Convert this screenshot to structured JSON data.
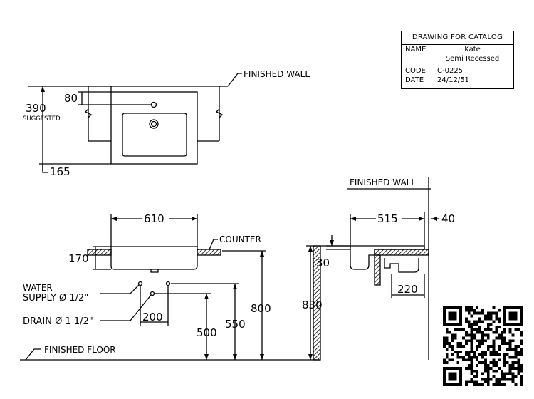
{
  "title_block": {
    "header": "DRAWING FOR CATALOG",
    "name_label": "NAME",
    "name_line1": "Kate",
    "name_line2": "Semi Recessed",
    "code_label": "CODE",
    "code_value": "C-0225",
    "date_label": "DATE",
    "date_value": "24/12/51"
  },
  "top_view": {
    "finished_wall": "FINISHED WALL",
    "dim_80": "80",
    "dim_390": "390",
    "suggested": "SUGGESTED",
    "dim_165": "165"
  },
  "front_view": {
    "dim_610": "610",
    "counter": "COUNTER",
    "dim_170": "170",
    "water_supply_line1": "WATER",
    "water_supply_line2": "SUPPLY Ø 1/2\"",
    "drain": "DRAIN Ø 1   1/2\"",
    "dim_200": "200",
    "dim_500": "500",
    "dim_550": "550",
    "dim_800": "800",
    "finished_floor": "FINISHED FLOOR"
  },
  "side_view": {
    "finished_wall": "FINISHED WALL",
    "dim_515": "515",
    "dim_40": "40",
    "dim_30": "30",
    "dim_830": "830",
    "dim_220": "220"
  },
  "colors": {
    "line": "#000000",
    "background": "#ffffff"
  }
}
